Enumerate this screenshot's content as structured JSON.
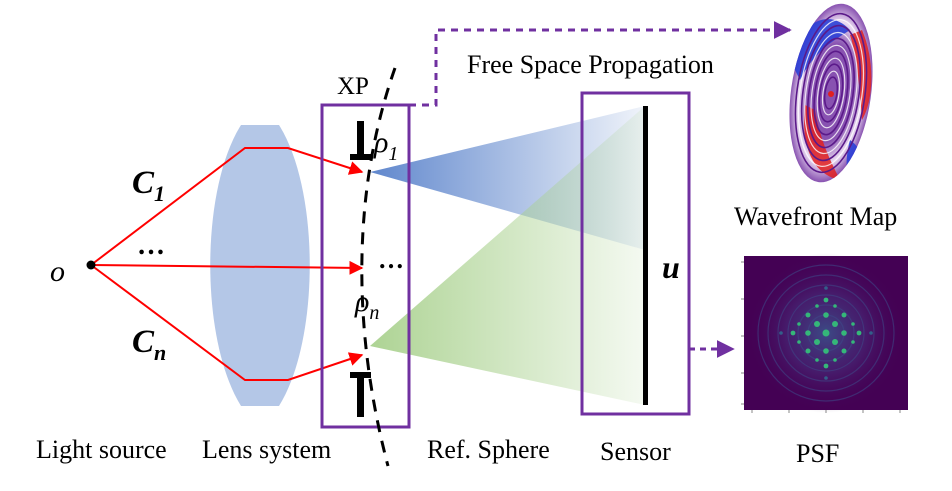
{
  "labels": {
    "light_source": "Light source",
    "lens_system": "Lens system",
    "ref_sphere": "Ref. Sphere",
    "sensor": "Sensor",
    "psf": "PSF",
    "wavefront_map": "Wavefront Map",
    "free_space": "Free Space Propagation",
    "xp": "XP"
  },
  "math": {
    "origin": "o",
    "c": "C",
    "c1_sub": "1",
    "cn_sub": "n",
    "rho": "ρ",
    "rho1_sub": "1",
    "rhon_sub": "n",
    "u": "u",
    "dots_left": "…",
    "dots_mid": "…"
  },
  "colors": {
    "ray": "#ff0000",
    "box": "#7030a0",
    "lens": "#b4c7e7",
    "cone_top": "#4472c4",
    "cone_bottom": "#a9d18e",
    "psf_bg": "#440154"
  }
}
